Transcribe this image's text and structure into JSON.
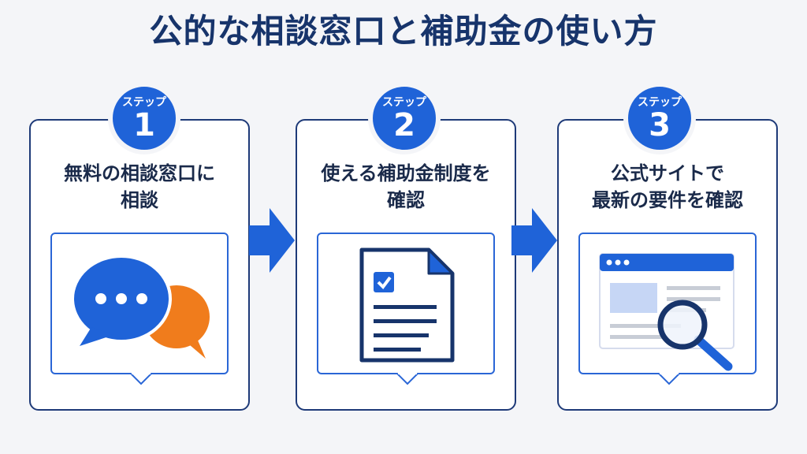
{
  "title": "公的な相談窓口と補助金の使い方",
  "steps": [
    {
      "label": "ステップ",
      "number": "1",
      "line1": "無料の相談窓口に",
      "line2": "相談",
      "icon": "chat-bubbles-icon"
    },
    {
      "label": "ステップ",
      "number": "2",
      "line1": "使える補助金制度を",
      "line2": "確認",
      "icon": "checklist-document-icon"
    },
    {
      "label": "ステップ",
      "number": "3",
      "line1": "公式サイトで",
      "line2": "最新の要件を確認",
      "icon": "website-search-icon"
    }
  ],
  "colors": {
    "navy": "#17346b",
    "blue": "#1f63d8",
    "orange": "#f07c1c",
    "background": "#f4f5f8"
  }
}
